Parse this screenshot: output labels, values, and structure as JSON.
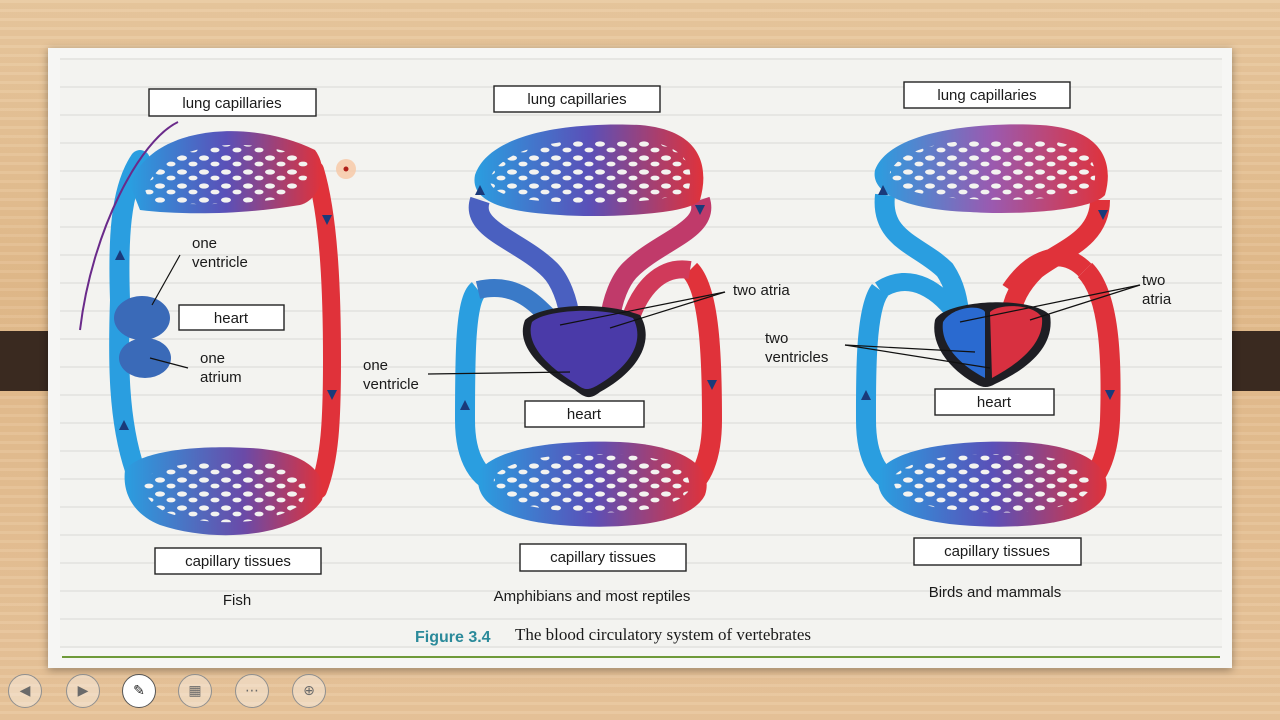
{
  "figure": {
    "number": "Figure 3.4",
    "title": "The blood circulatory system of vertebrates"
  },
  "panels": [
    {
      "name": "Fish",
      "top_label": "lung capillaries",
      "bottom_label": "capillary tissues",
      "heart_label": "heart",
      "annotations": [
        "one",
        "ventricle",
        "one",
        "atrium"
      ]
    },
    {
      "name": "Amphibians and most reptiles",
      "top_label": "lung capillaries",
      "bottom_label": "capillary tissues",
      "heart_label": "heart",
      "annotations": [
        "two atria",
        "one",
        "ventricle"
      ]
    },
    {
      "name": "Birds and mammals",
      "top_label": "lung capillaries",
      "bottom_label": "capillary tissues",
      "heart_label": "heart",
      "annotations": [
        "two",
        "atria",
        "two",
        "ventricles"
      ]
    }
  ],
  "colors": {
    "oxygenated": "#e0323a",
    "deoxygenated": "#2a9ee0",
    "mixed": "#5a50b8",
    "heart_dark": "#1e1e24",
    "caption_accent": "#2b8a9a",
    "rule": "#6f9a3a",
    "pen": "#6a2a8a"
  },
  "toolbar": [
    {
      "icon": "previous-icon",
      "glyph": "◀"
    },
    {
      "icon": "next-icon",
      "glyph": "▶"
    },
    {
      "icon": "pen-icon",
      "glyph": "✎"
    },
    {
      "icon": "slides-icon",
      "glyph": "▦"
    },
    {
      "icon": "more-icon",
      "glyph": "⋯"
    },
    {
      "icon": "zoom-icon",
      "glyph": "⊕"
    }
  ]
}
